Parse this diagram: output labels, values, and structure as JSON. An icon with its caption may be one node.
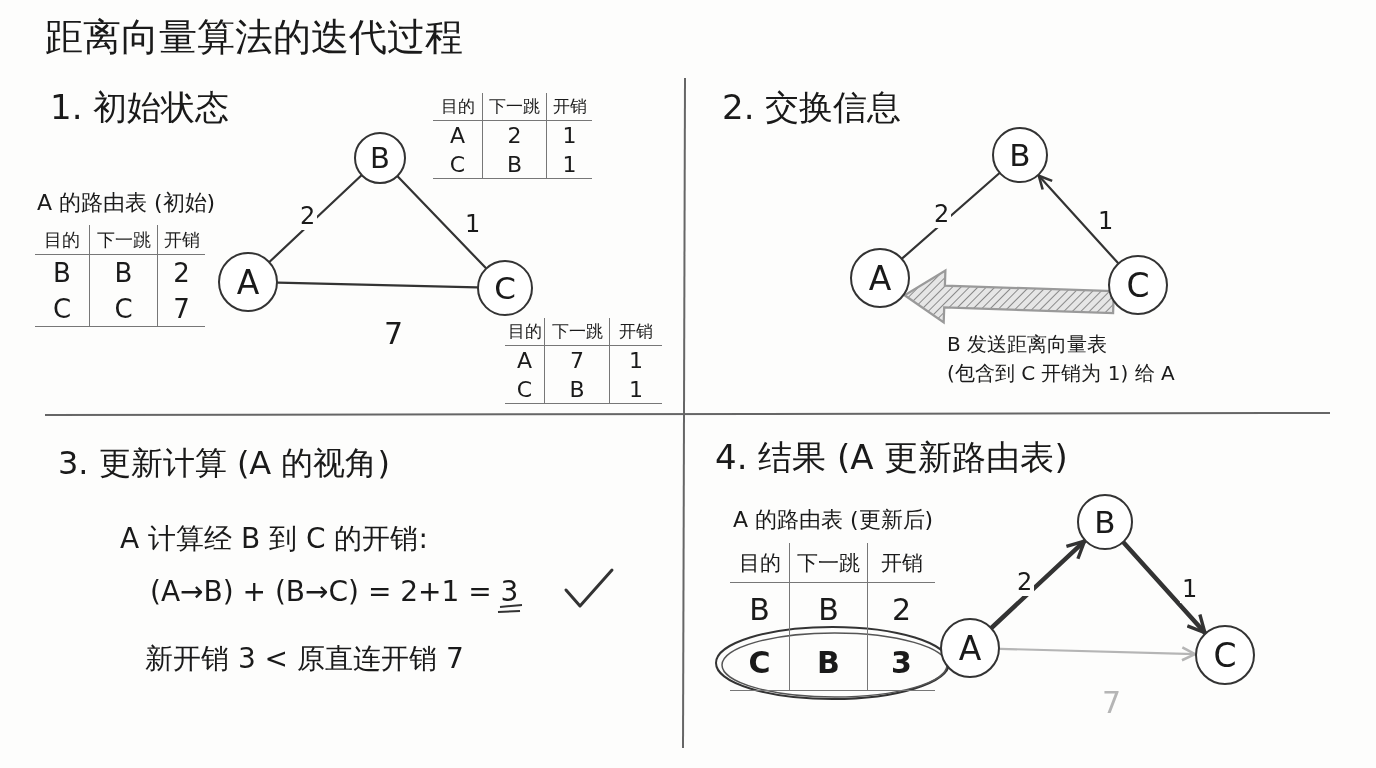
{
  "diagram": {
    "title": "距离向量算法的迭代过程",
    "nodes": [
      {
        "text": [
          "A"
        ]
      },
      {
        "text": [
          "B"
        ]
      },
      {
        "text": [
          "C"
        ]
      },
      {
        "text": [
          "B"
        ]
      },
      {
        "text": [
          "A"
        ]
      },
      {
        "text": [
          "C"
        ]
      },
      {
        "text": [
          "B"
        ]
      },
      {
        "text": [
          "A"
        ]
      },
      {
        "text": [
          "C"
        ]
      }
    ],
    "edges": [
      {
        "from": 0,
        "to": 1,
        "arrow": "none",
        "label": "2"
      },
      {
        "from": 1,
        "to": 2,
        "arrow": "none",
        "label": "1"
      },
      {
        "from": 0,
        "to": 2,
        "arrow": "none",
        "label": "7"
      },
      {
        "from": 4,
        "to": 3,
        "arrow": "none",
        "label": "2"
      },
      {
        "from": 5,
        "to": 3,
        "arrow": "to",
        "label": "1"
      },
      {
        "from": 5,
        "to": 4,
        "arrow": "to",
        "label": "B 发送距离向量表 (包含到 C 开销为 1) 给 A",
        "style": "thick",
        "color": "#9a9a9a"
      },
      {
        "from": 7,
        "to": 6,
        "arrow": "to",
        "label": "2",
        "style": "thick"
      },
      {
        "from": 6,
        "to": 8,
        "arrow": "to",
        "label": "1",
        "style": "thick"
      },
      {
        "from": 7,
        "to": 8,
        "arrow": "to",
        "label": "7",
        "color": "#b5b5b5"
      }
    ],
    "labels": [
      "1. 初始状态",
      "目的",
      "下一跳",
      "开销",
      "A",
      "2",
      "1",
      "C",
      "B",
      "1",
      "A 的路由表 (初始)",
      "目的",
      "下一跳",
      "开销",
      "B",
      "B",
      "2",
      "C",
      "C",
      "7",
      "目的",
      "下一跳",
      "开销",
      "A",
      "7",
      "1",
      "C",
      "B",
      "1",
      "2. 交换信息",
      "3. 更新计算 (A 的视角)",
      "A 计算经 B 到 C 的开销:",
      "(A→B) + (B→C) = 2+1 = 3",
      "新开销 3 < 原直连开销 7",
      "4. 结果 (A 更新路由表)",
      "A 的路由表 (更新后)",
      "目的",
      "下一跳",
      "开销",
      "B",
      "B",
      "2",
      "C",
      "B",
      "3"
    ]
  }
}
